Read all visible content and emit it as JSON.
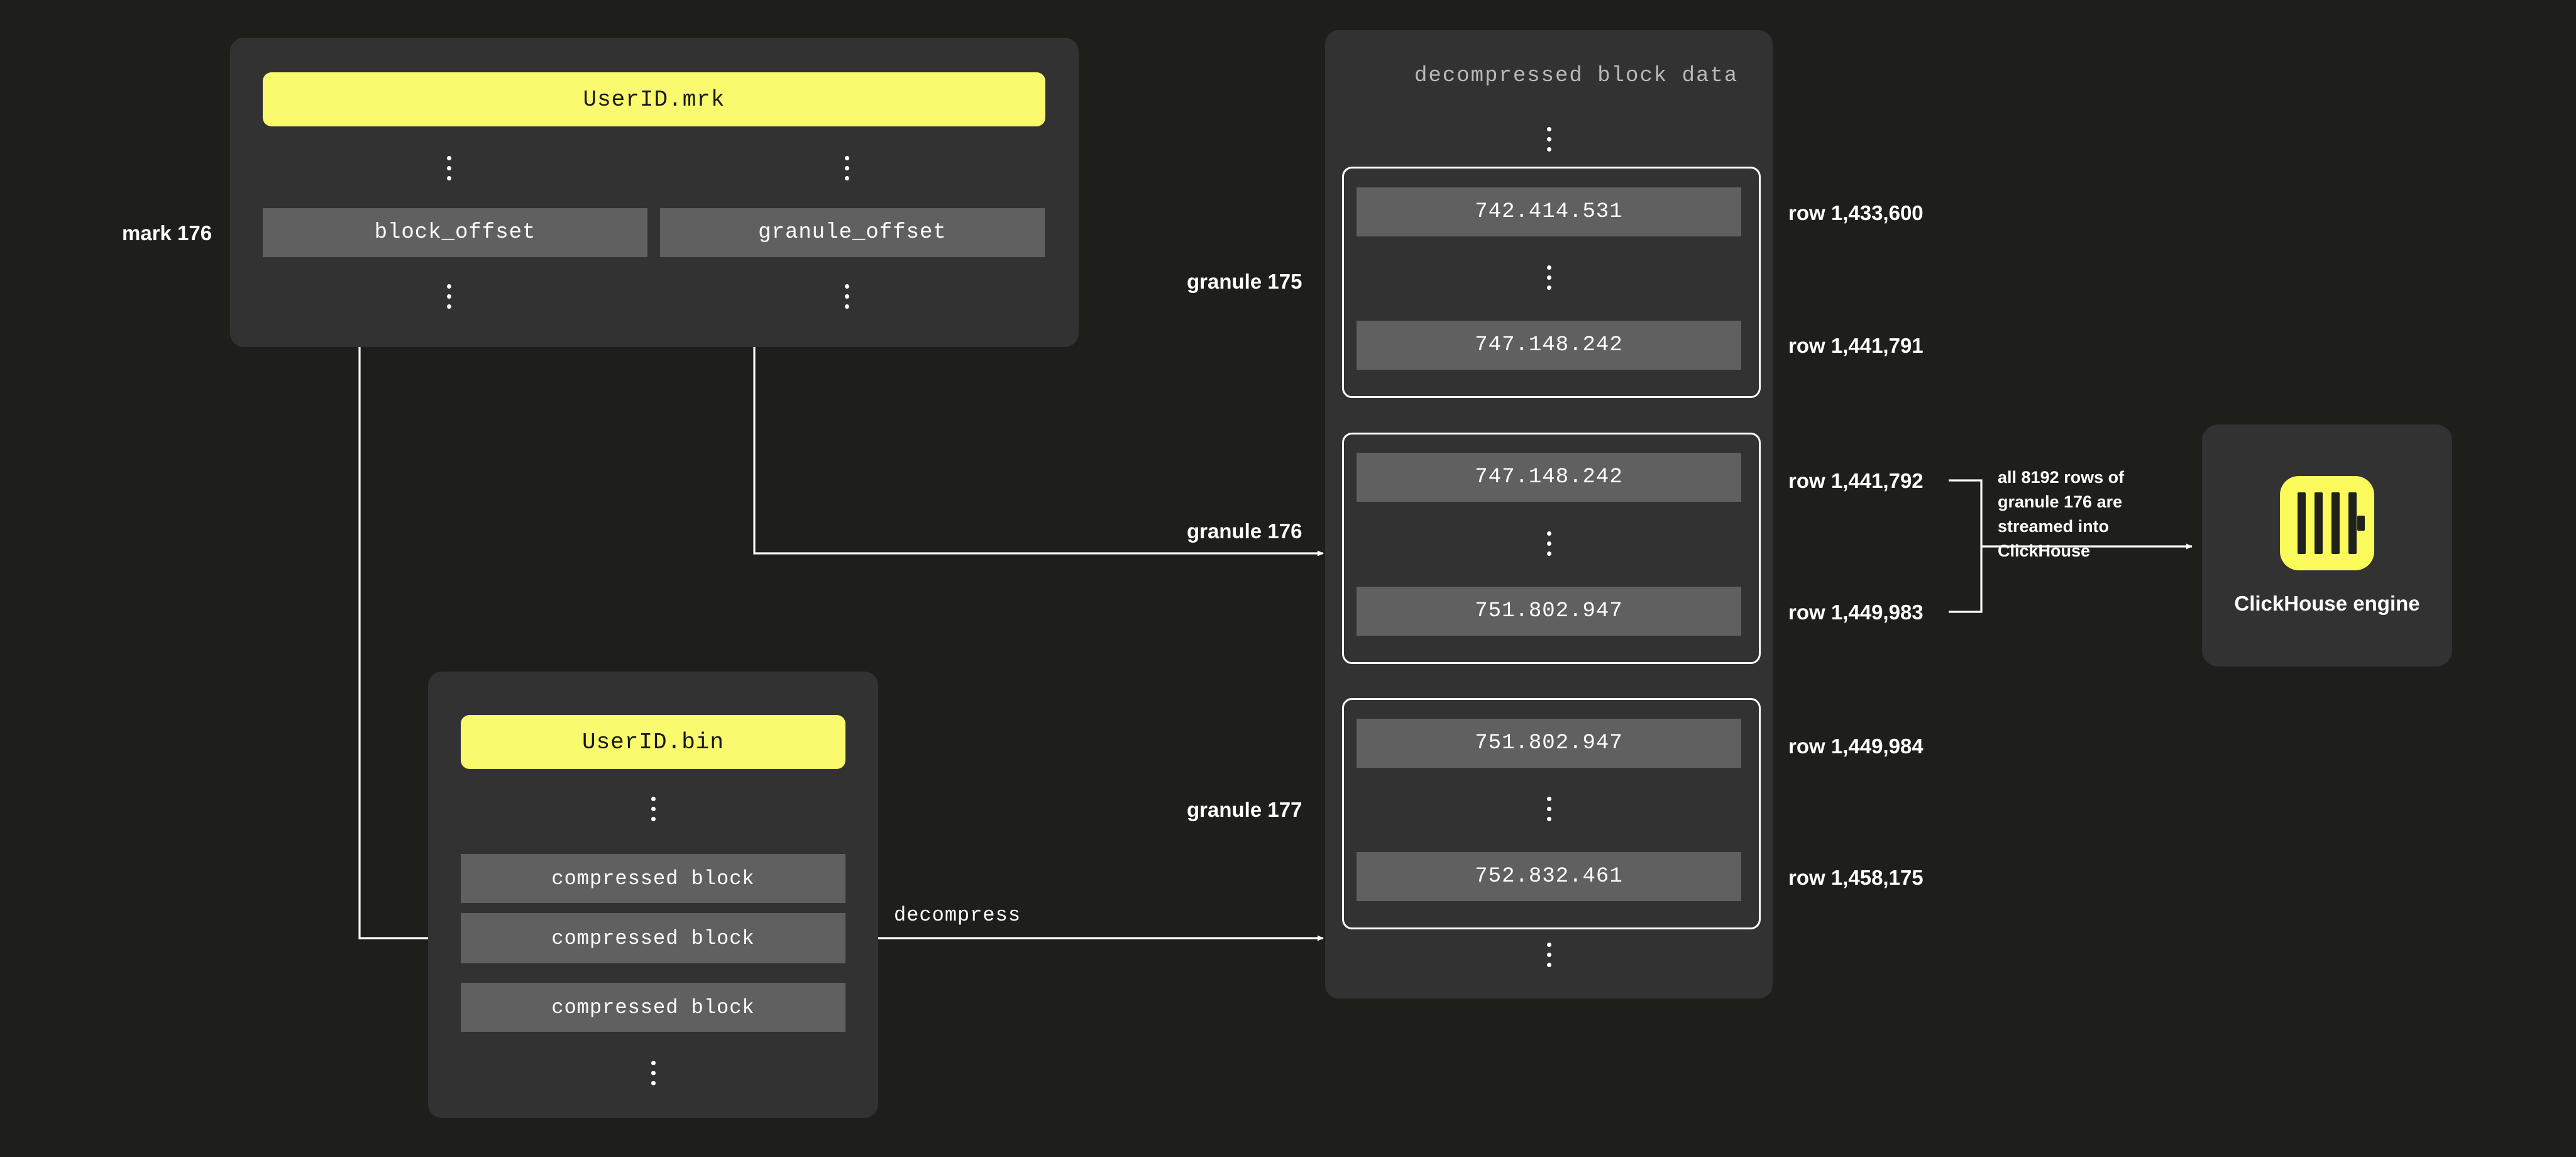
{
  "background_color": "#1e1f1b",
  "panel_color": "#323232",
  "cell_color": "#606060",
  "accent_yellow": "#fafa6e",
  "marks_panel": {
    "file_label": "UserID.mrk",
    "row_label": "mark 176",
    "columns": [
      {
        "name": "block_offset"
      },
      {
        "name": "granule_offset"
      }
    ]
  },
  "bin_panel": {
    "file_label": "UserID.bin",
    "blocks": [
      {
        "label": "compressed block"
      },
      {
        "label": "compressed block"
      },
      {
        "label": "compressed block"
      }
    ]
  },
  "decompressed_panel": {
    "title": "decompressed block data",
    "granules": [
      {
        "name": "granule 175",
        "first_value": "742.414.531",
        "last_value": "747.148.242",
        "first_row": "row 1,433,600",
        "last_row": "row 1,441,791"
      },
      {
        "name": "granule 176",
        "first_value": "747.148.242",
        "last_value": "751.802.947",
        "first_row": "row 1,441,792",
        "last_row": "row 1,449,983"
      },
      {
        "name": "granule 177",
        "first_value": "751.802.947",
        "last_value": "752.832.461",
        "first_row": "row 1,449,984",
        "last_row": "row 1,458,175"
      }
    ]
  },
  "edges": {
    "decompress_label": "decompress",
    "stream_note": "all 8192 rows of granule 176 are streamed into ClickHouse"
  },
  "engine": {
    "caption": "ClickHouse engine",
    "logo": "clickhouse-logo"
  }
}
